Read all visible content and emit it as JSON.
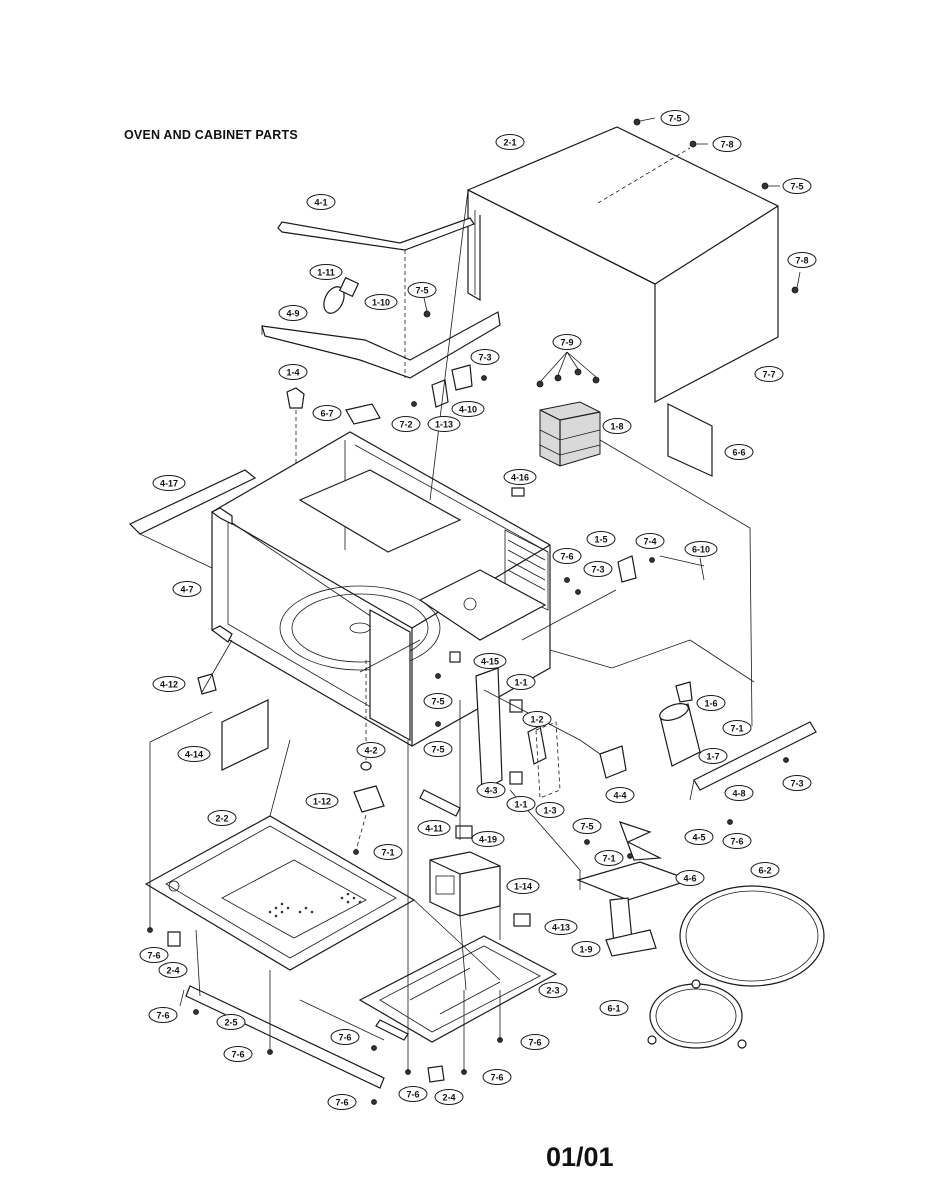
{
  "title": "OVEN AND CABINET PARTS",
  "page_number": "01/01",
  "callouts": [
    {
      "label": "7-5"
    },
    {
      "label": "7-8"
    },
    {
      "label": "2-1"
    },
    {
      "label": "7-5"
    },
    {
      "label": "7-8"
    },
    {
      "label": "4-1"
    },
    {
      "label": "1-11"
    },
    {
      "label": "1-10"
    },
    {
      "label": "7-5"
    },
    {
      "label": "4-9"
    },
    {
      "label": "7-9"
    },
    {
      "label": "7-3"
    },
    {
      "label": "7-7"
    },
    {
      "label": "1-4"
    },
    {
      "label": "6-7"
    },
    {
      "label": "7-2"
    },
    {
      "label": "1-13"
    },
    {
      "label": "4-10"
    },
    {
      "label": "1-8"
    },
    {
      "label": "6-6"
    },
    {
      "label": "4-17"
    },
    {
      "label": "4-16"
    },
    {
      "label": "1-5"
    },
    {
      "label": "7-4"
    },
    {
      "label": "6-10"
    },
    {
      "label": "7-6"
    },
    {
      "label": "7-3"
    },
    {
      "label": "4-7"
    },
    {
      "label": "4-15"
    },
    {
      "label": "1-1"
    },
    {
      "label": "4-12"
    },
    {
      "label": "7-5"
    },
    {
      "label": "1-6"
    },
    {
      "label": "1-2"
    },
    {
      "label": "7-1"
    },
    {
      "label": "4-14"
    },
    {
      "label": "7-5"
    },
    {
      "label": "1-7"
    },
    {
      "label": "4-2"
    },
    {
      "label": "4-3"
    },
    {
      "label": "4-4"
    },
    {
      "label": "4-8"
    },
    {
      "label": "7-3"
    },
    {
      "label": "1-1"
    },
    {
      "label": "1-3"
    },
    {
      "label": "1-12"
    },
    {
      "label": "4-11"
    },
    {
      "label": "2-2"
    },
    {
      "label": "4-19"
    },
    {
      "label": "7-5"
    },
    {
      "label": "4-5"
    },
    {
      "label": "7-6"
    },
    {
      "label": "7-1"
    },
    {
      "label": "7-1"
    },
    {
      "label": "1-14"
    },
    {
      "label": "4-6"
    },
    {
      "label": "6-2"
    },
    {
      "label": "4-13"
    },
    {
      "label": "1-9"
    },
    {
      "label": "7-6"
    },
    {
      "label": "2-4"
    },
    {
      "label": "2-3"
    },
    {
      "label": "6-1"
    },
    {
      "label": "7-6"
    },
    {
      "label": "2-5"
    },
    {
      "label": "7-6"
    },
    {
      "label": "7-6"
    },
    {
      "label": "7-6"
    },
    {
      "label": "7-6"
    },
    {
      "label": "7-6"
    },
    {
      "label": "7-6"
    },
    {
      "label": "2-4"
    }
  ]
}
